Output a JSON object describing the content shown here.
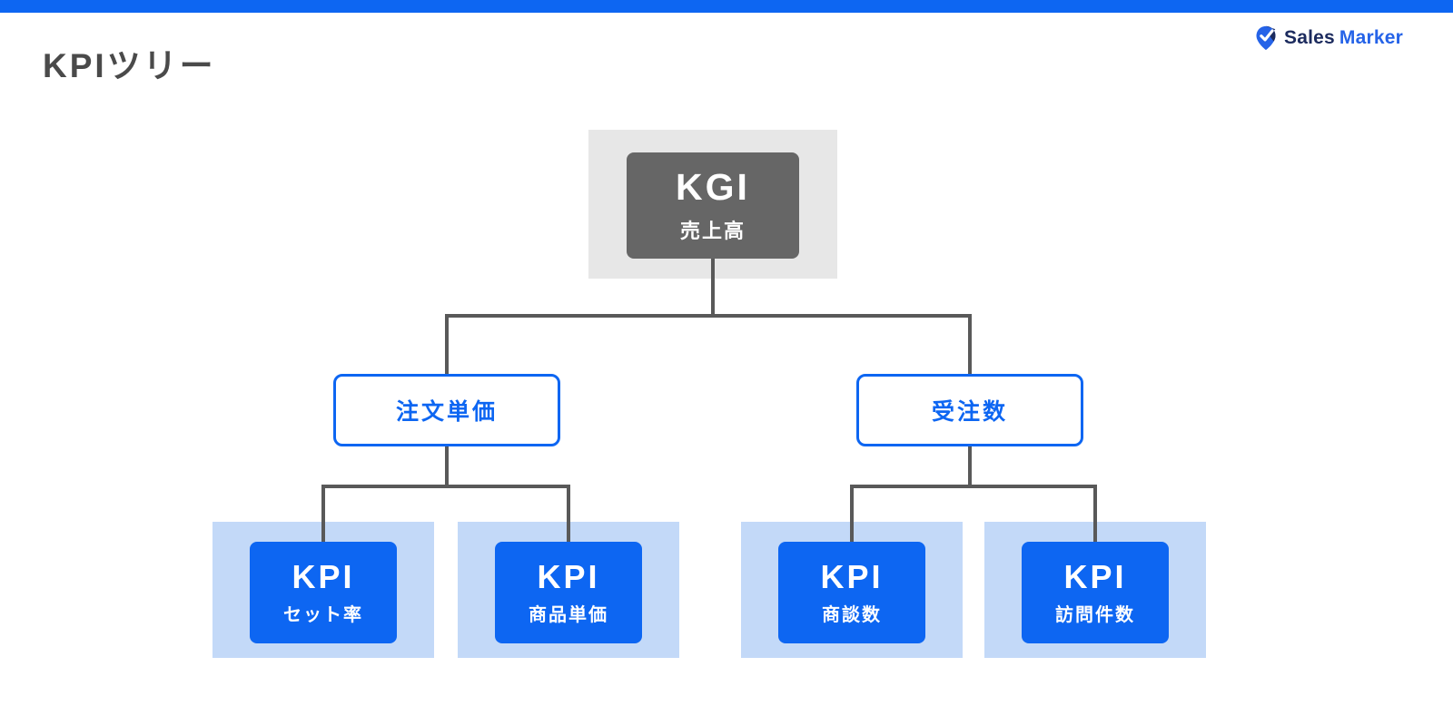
{
  "page": {
    "title": "KPIツリー"
  },
  "logo": {
    "icon": "sales-marker-pin-icon",
    "text_sales": "Sales",
    "text_marker": "Marker",
    "color_navy": "#1c2b5e",
    "color_blue": "#2563e8"
  },
  "colors": {
    "brand_blue": "#0d66f2",
    "light_blue_panel": "#c3d9f8",
    "gray_panel": "#e7e7e7",
    "kgi_gray": "#666666",
    "connector_gray": "#595959",
    "title_gray": "#4a4a4a"
  },
  "tree": {
    "root": {
      "tag": "KGI",
      "label": "売上高"
    },
    "level1": [
      {
        "label": "注文単価"
      },
      {
        "label": "受注数"
      }
    ],
    "level2": [
      {
        "tag": "KPI",
        "label": "セット率"
      },
      {
        "tag": "KPI",
        "label": "商品単価"
      },
      {
        "tag": "KPI",
        "label": "商談数"
      },
      {
        "tag": "KPI",
        "label": "訪問件数"
      }
    ]
  }
}
